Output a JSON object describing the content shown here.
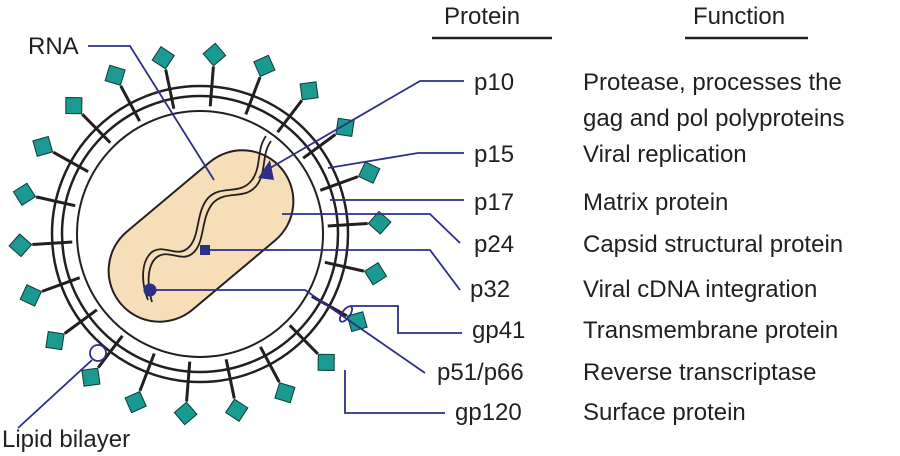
{
  "colors": {
    "leader": "#2b2f8a",
    "spike": "#1a9a90",
    "core_fill": "#f6dfb8",
    "ink": "#231f20"
  },
  "headers": {
    "protein": "Protein",
    "function": "Function"
  },
  "labels": {
    "rna": "RNA",
    "lipid_bilayer": "Lipid bilayer"
  },
  "proteins": [
    {
      "name": "p10",
      "function_lines": [
        "Protease, processes the",
        "gag and pol polyproteins"
      ]
    },
    {
      "name": "p15",
      "function_lines": [
        "Viral replication"
      ]
    },
    {
      "name": "p17",
      "function_lines": [
        "Matrix protein"
      ]
    },
    {
      "name": "p24",
      "function_lines": [
        "Capsid structural protein"
      ]
    },
    {
      "name": "p32",
      "function_lines": [
        "Viral cDNA integration"
      ]
    },
    {
      "name": "gp41",
      "function_lines": [
        "Transmembrane protein"
      ]
    },
    {
      "name": "p51/p66",
      "function_lines": [
        "Reverse transcriptase"
      ]
    },
    {
      "name": "gp120",
      "function_lines": [
        "Surface protein"
      ]
    }
  ]
}
